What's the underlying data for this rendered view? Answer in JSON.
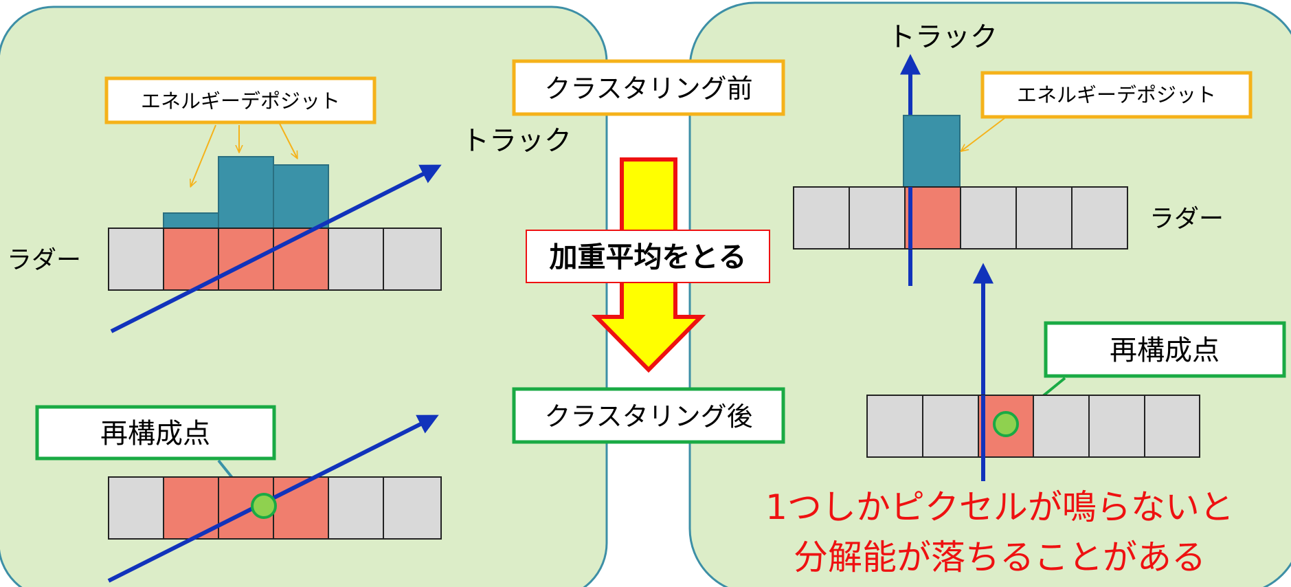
{
  "left_panel": {
    "energy_deposit_label": "エネルギーデポジット",
    "track_label": "トラック",
    "ladder_label": "ラダー",
    "reconstructed_point_label": "再構成点"
  },
  "center": {
    "before_clustering_label": "クラスタリング前",
    "weighted_average_label": "加重平均をとる",
    "after_clustering_label": "クラスタリング後"
  },
  "right_panel": {
    "track_label": "トラック",
    "energy_deposit_label": "エネルギーデポジット",
    "ladder_label": "ラダー",
    "reconstructed_point_label": "再構成点",
    "warning_line1": "1つしかピクセルが鳴らないと",
    "warning_line2": "分解能が落ちることがある"
  },
  "colors": {
    "panel_fill": "#dcedc8",
    "panel_stroke": "#3d8fa6",
    "pixel_hit": "#f07e6e",
    "pixel_empty": "#d9d9d9",
    "deposit_bar": "#3a92a8",
    "track_arrow": "#1133bb",
    "orange_box": "#f5b21a",
    "green_box": "#1aaa44",
    "big_arrow_fill": "#ffff00",
    "big_arrow_stroke": "#ee1111",
    "warning_text": "#ee1111",
    "reco_point_fill": "#8fd14f"
  },
  "icons": {
    "flow_arrow": "down-arrow-icon",
    "reconstructed_point": "filled-circle-icon"
  }
}
